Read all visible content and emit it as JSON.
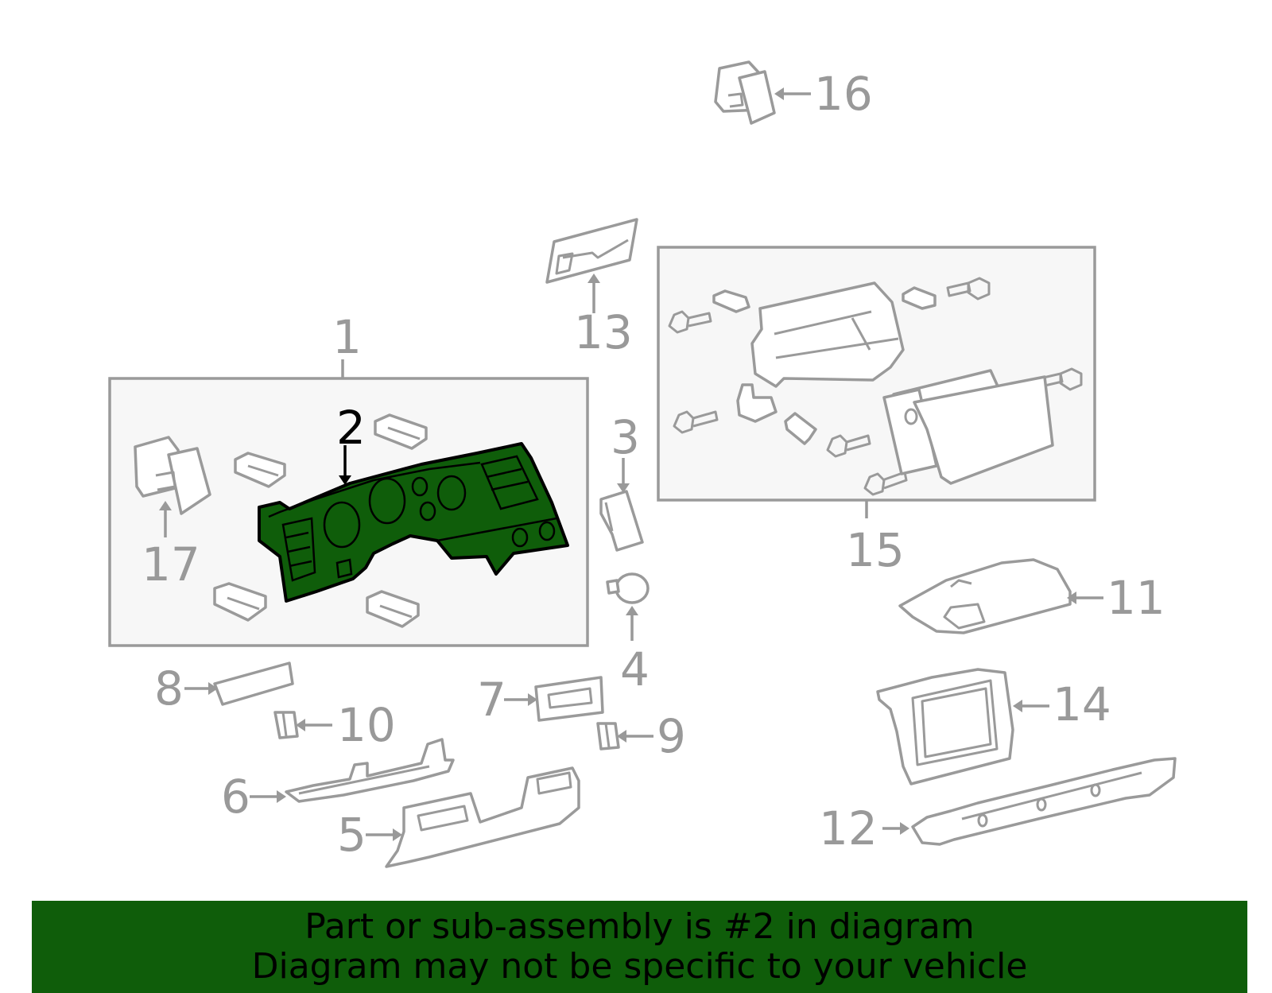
{
  "diagram": {
    "highlight_color": "#0f5d0a",
    "callouts": [
      "1",
      "2",
      "3",
      "4",
      "5",
      "6",
      "7",
      "8",
      "9",
      "10",
      "11",
      "12",
      "13",
      "14",
      "15",
      "16",
      "17"
    ],
    "highlighted_callout": "2"
  },
  "banner": {
    "line1": "Part or sub-assembly is #2 in diagram",
    "line2": "Diagram may not be specific to your vehicle",
    "background": "#0f5d0a"
  }
}
